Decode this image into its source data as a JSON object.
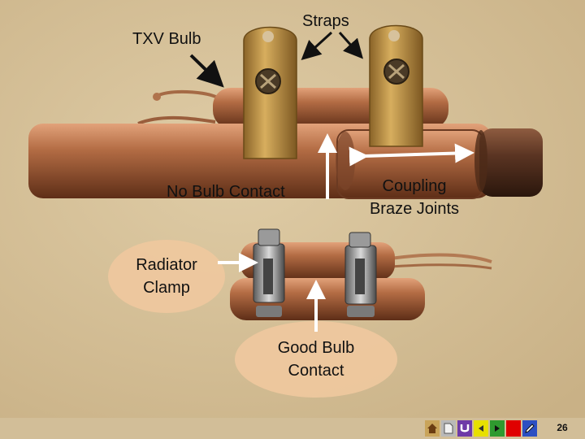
{
  "labels": {
    "txv_bulb": "TXV Bulb",
    "straps": "Straps",
    "no_bulb_contact": "No Bulb Contact",
    "coupling_line1": "Coupling",
    "coupling_line2": "Braze Joints",
    "radiator_line1": "Radiator",
    "radiator_line2": "Clamp",
    "good_bulb_line1": "Good Bulb",
    "good_bulb_line2": "Contact"
  },
  "footer": {
    "page_number": "26",
    "nav_icons": [
      "home-icon",
      "document-icon",
      "return-icon",
      "previous-icon",
      "next-icon",
      "end-icon",
      "pencil-icon"
    ]
  },
  "colors": {
    "background": "#d6c29c",
    "copper": "#b36c44",
    "brass": "#c49a4c",
    "callout_fill": "#efc89e",
    "arrow_dark": "#111111",
    "arrow_light": "#ffffff"
  }
}
